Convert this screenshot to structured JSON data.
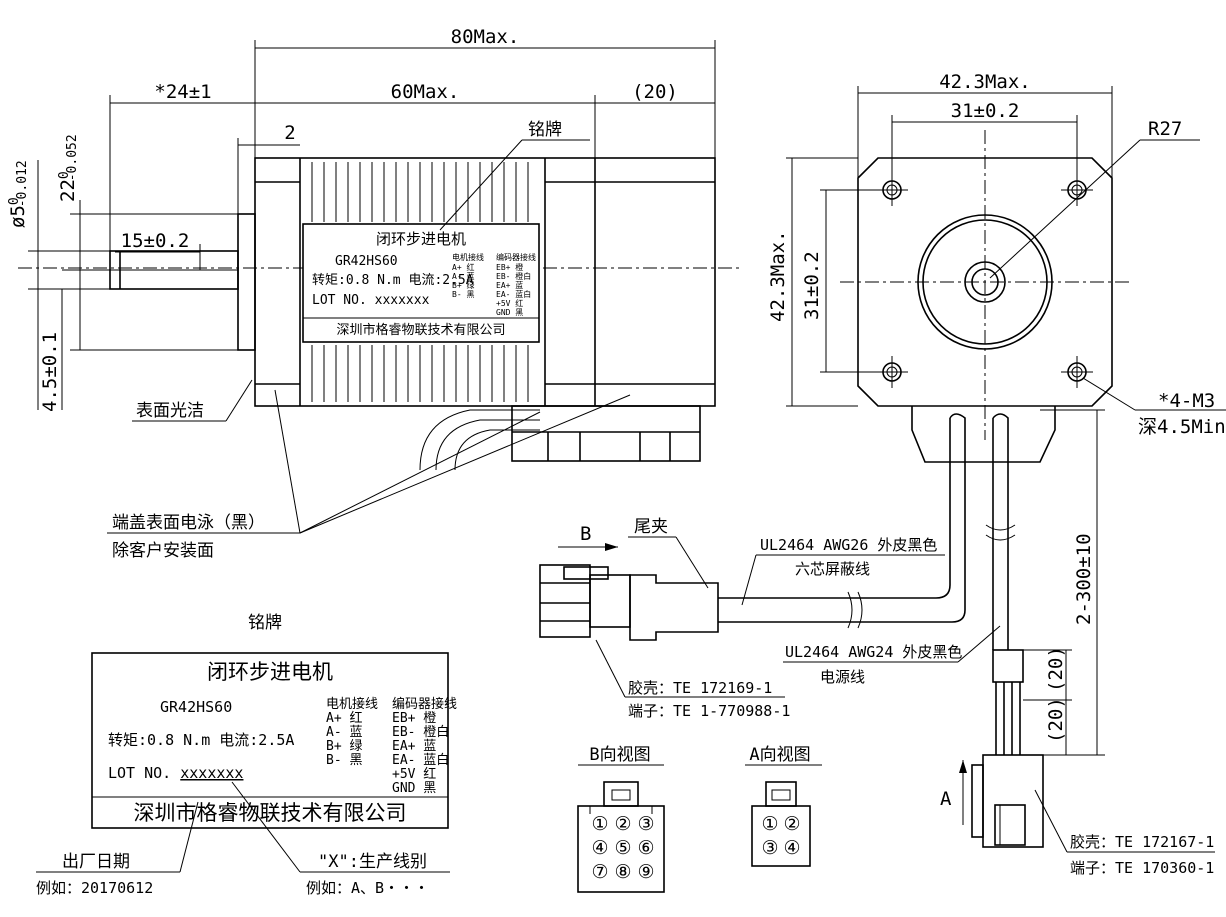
{
  "dims": {
    "overall_length": "80Max.",
    "shaft_length": "*24±1",
    "body_length": "60Max.",
    "end_length": "(20)",
    "flange_gap": "2",
    "shaft_dia": "ø5",
    "shaft_dia_tol": "0",
    "shaft_dia_tol2": "-0.012",
    "pilot_dia": "22",
    "pilot_tol": "0",
    "pilot_tol2": "-0.052",
    "flat_length": "15±0.2",
    "flat_depth": "4.5±0.1",
    "frame_width_top": "42.3Max.",
    "hole_spacing_top": "31±0.2",
    "frame_width_side": "42.3Max.",
    "hole_spacing_side": "31±0.2",
    "radius": "R27",
    "mount_holes": "*4-M3",
    "mount_depth": "深4.5Min.",
    "cable_length": "2-300±10",
    "strip_1": "(20)",
    "strip_2": "(20)"
  },
  "labels": {
    "nameplate_callout": "铭牌",
    "surface_finish": "表面光洁",
    "end_cap_1": "端盖表面电泳（黑）",
    "end_cap_2": "除客户安装面",
    "view_b_marker": "B",
    "view_a_marker": "A",
    "tail_clip": "尾夹",
    "enc_cable_1": "UL2464 AWG26 外皮黑色",
    "enc_cable_2": "六芯屏蔽线",
    "pwr_cable_1": "UL2464 AWG24 外皮黑色",
    "pwr_cable_2": "电源线",
    "housing_b": "胶壳：TE 172169-1",
    "terminal_b": "端子：TE 1-770988-1",
    "housing_a": "胶壳：TE 172167-1",
    "terminal_a": "端子：TE 170360-1",
    "view_b_title": "B向视图",
    "view_a_title": "A向视图",
    "nameplate_title": "铭牌",
    "mfg_date": "出厂日期",
    "mfg_date_example": "例如：20170612",
    "line_code": "\"X\":生产线别",
    "line_code_example": "例如：A、B・・・"
  },
  "nameplate": {
    "title": "闭环步进电机",
    "model": "GR42HS60",
    "spec": "转矩:0.8 N.m 电流:2.5A",
    "lot": "LOT NO. ",
    "lot_code": "xxxxxxx",
    "motor_wiring_title": "电机接线",
    "motor_wiring": [
      "A+ 红",
      "A- 蓝",
      "B+ 绿",
      "B- 黑"
    ],
    "encoder_wiring_title": "编码器接线",
    "encoder_wiring": [
      "EB+  橙",
      "EB-  橙白",
      "EA+  蓝",
      "EA-  蓝白",
      "+5V  红",
      "GND  黑"
    ],
    "company": "深圳市格睿物联技术有限公司"
  },
  "pins_b": [
    "①",
    "②",
    "③",
    "④",
    "⑤",
    "⑥",
    "⑦",
    "⑧",
    "⑨"
  ],
  "pins_a": [
    "①",
    "②",
    "③",
    "④"
  ]
}
